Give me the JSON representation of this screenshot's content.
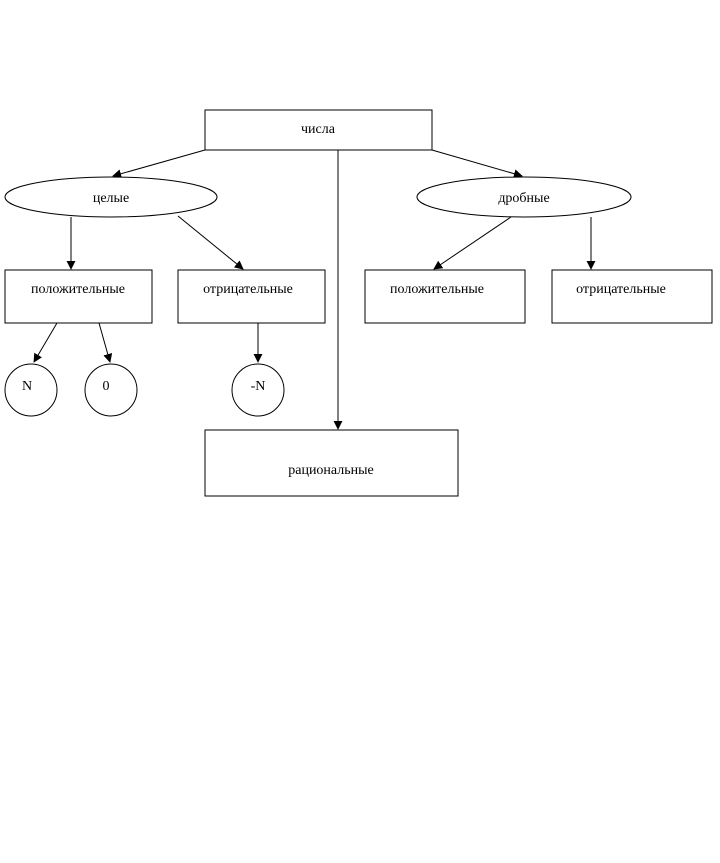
{
  "nodes": {
    "numbers": "числа",
    "integers": "целые",
    "fractions": "дробные",
    "int_positive": "положительные",
    "int_negative": "отрицательные",
    "frac_positive": "положительные",
    "frac_negative": "отрицательные",
    "natural": "N",
    "zero": "0",
    "neg_natural": "-N",
    "rational": "рациональные"
  }
}
